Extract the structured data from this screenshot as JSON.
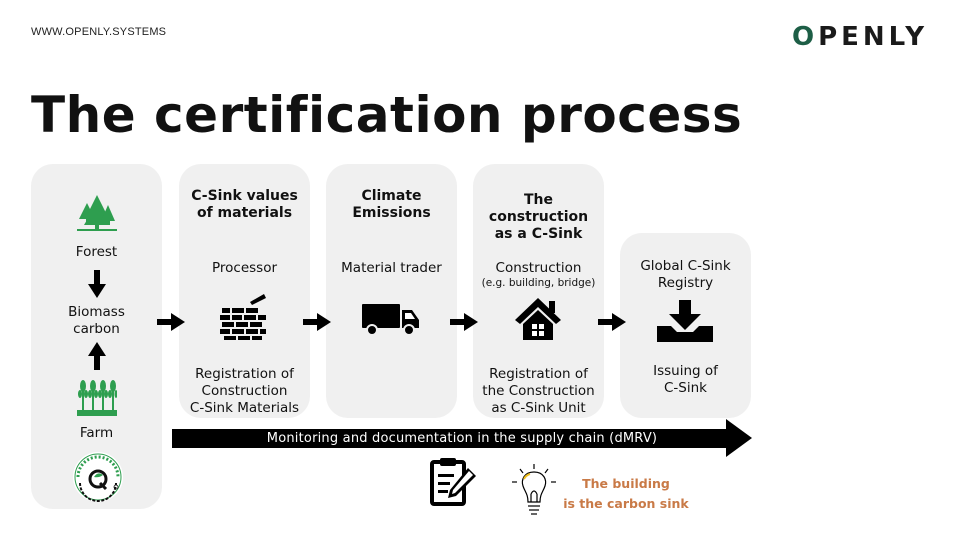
{
  "header": {
    "url": "WWW.OPENLY.SYSTEMS",
    "logo": "OPENLY"
  },
  "title": "The certification process",
  "stages": {
    "farm": {
      "forest": "Forest",
      "biomass": "Biomass\ncarbon",
      "farm": "Farm",
      "badge_text": "farm tool WORLD CLIMATE"
    },
    "materials": {
      "heading": "C-Sink values\nof materials",
      "actor": "Processor",
      "caption": "Registration of\nConstruction\nC-Sink Materials"
    },
    "emissions": {
      "heading": "Climate\nEmissions",
      "actor": "Material trader"
    },
    "construction": {
      "heading": "The\nconstruction\nas a C-Sink",
      "actor": "Construction",
      "actor_note": "(e.g. building, bridge)",
      "caption": "Registration of\nthe Construction\nas C-Sink Unit"
    },
    "registry": {
      "heading": "Global C-Sink\nRegistry",
      "caption": "Issuing of\nC-Sink"
    }
  },
  "monitoring_bar": "Monitoring and documentation in the supply chain (dMRV)",
  "footer_note": "The building\nis the carbon sink",
  "icons": [
    "forest-icon",
    "arrow-down-icon",
    "arrow-up-icon",
    "wheat-field-icon",
    "world-climate-badge-icon",
    "brick-wall-icon",
    "truck-icon",
    "house-icon",
    "download-tray-icon",
    "clipboard-pen-icon",
    "light-bulb-icon",
    "arrow-right-icon"
  ],
  "colors": {
    "card_bg": "#f0f0f0",
    "green": "#2e9e4f",
    "brand_green": "#1d5e46",
    "orange": "#c97a47",
    "black": "#000000"
  }
}
